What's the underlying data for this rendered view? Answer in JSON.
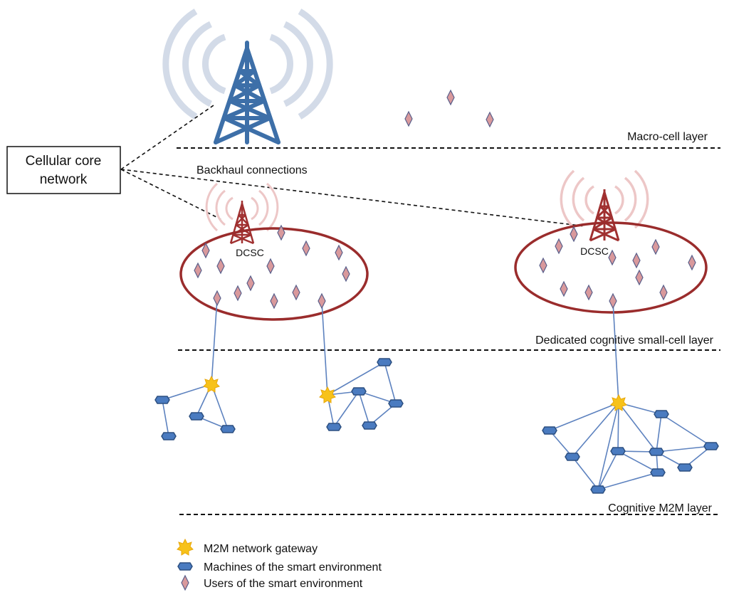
{
  "core_network": {
    "line1": "Cellular core",
    "line2": "network"
  },
  "backhaul_label": "Backhaul connections",
  "layers": {
    "macro": "Macro-cell layer",
    "small_cell": "Dedicated cognitive small-cell layer",
    "m2m": "Cognitive M2M  layer"
  },
  "dcsc_labels": [
    "DCSC",
    "DCSC"
  ],
  "legend": {
    "gateway": "M2M network gateway",
    "machines": "Machines of the smart environment",
    "users": "Users of the smart environment"
  },
  "colors": {
    "tower_blue": "#3d6fa8",
    "tower_red": "#a03030",
    "cell_ellipse": "#9a2c2c",
    "user_fill": "#d9999c",
    "user_stroke": "#5a5f8a",
    "machine_fill": "#4a7bc0",
    "machine_stroke": "#2c4f80",
    "gateway": "#f7c21a",
    "link": "#5d82bf"
  }
}
